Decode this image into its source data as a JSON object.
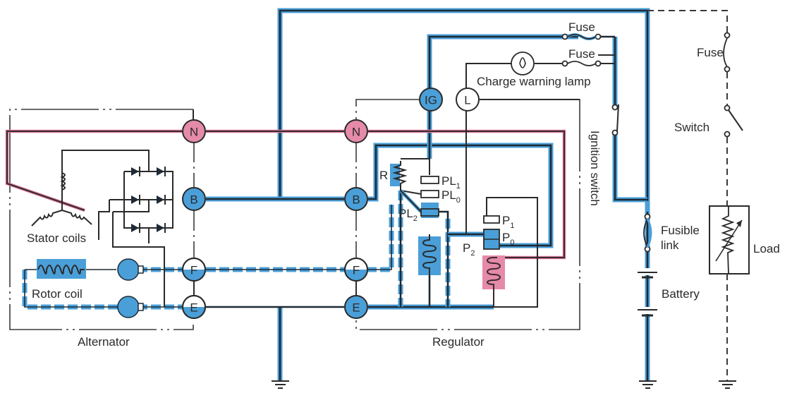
{
  "title": "Alternator charging system wiring diagram",
  "colors": {
    "blue_wire": "#4a9fd8",
    "pink_wire": "#d9799a",
    "terminal_blue": "#4a9fd8",
    "terminal_pink": "#e58aa8",
    "black_wire": "#2a2a2a"
  },
  "groups": {
    "alternator": "Alternator",
    "regulator": "Regulator"
  },
  "alternator_terminals": {
    "n": "N",
    "b": "B",
    "f": "F",
    "e": "E"
  },
  "regulator_terminals": {
    "ig": "IG",
    "l": "L",
    "n": "N",
    "b": "B",
    "f": "F",
    "e": "E"
  },
  "components": {
    "stator_coils": "Stator coils",
    "rotor_coil": "Rotor coil",
    "resistor": "R",
    "fuse_1": "Fuse",
    "fuse_2": "Fuse",
    "charge_warning_lamp": "Charge warning lamp",
    "ignition_switch": "Ignition switch",
    "fusible_link_1": "Fusible",
    "fusible_link_2": "link",
    "battery": "Battery",
    "load_fuse": "Fuse",
    "load_switch": "Switch",
    "load": "Load"
  },
  "contacts": {
    "pl1": {
      "base": "PL",
      "sub": "1"
    },
    "pl0": {
      "base": "PL",
      "sub": "0"
    },
    "pl2": {
      "base": "PL",
      "sub": "2"
    },
    "p1": {
      "base": "P",
      "sub": "1"
    },
    "p0": {
      "base": "P",
      "sub": "0"
    },
    "p2": {
      "base": "P",
      "sub": "2"
    }
  }
}
